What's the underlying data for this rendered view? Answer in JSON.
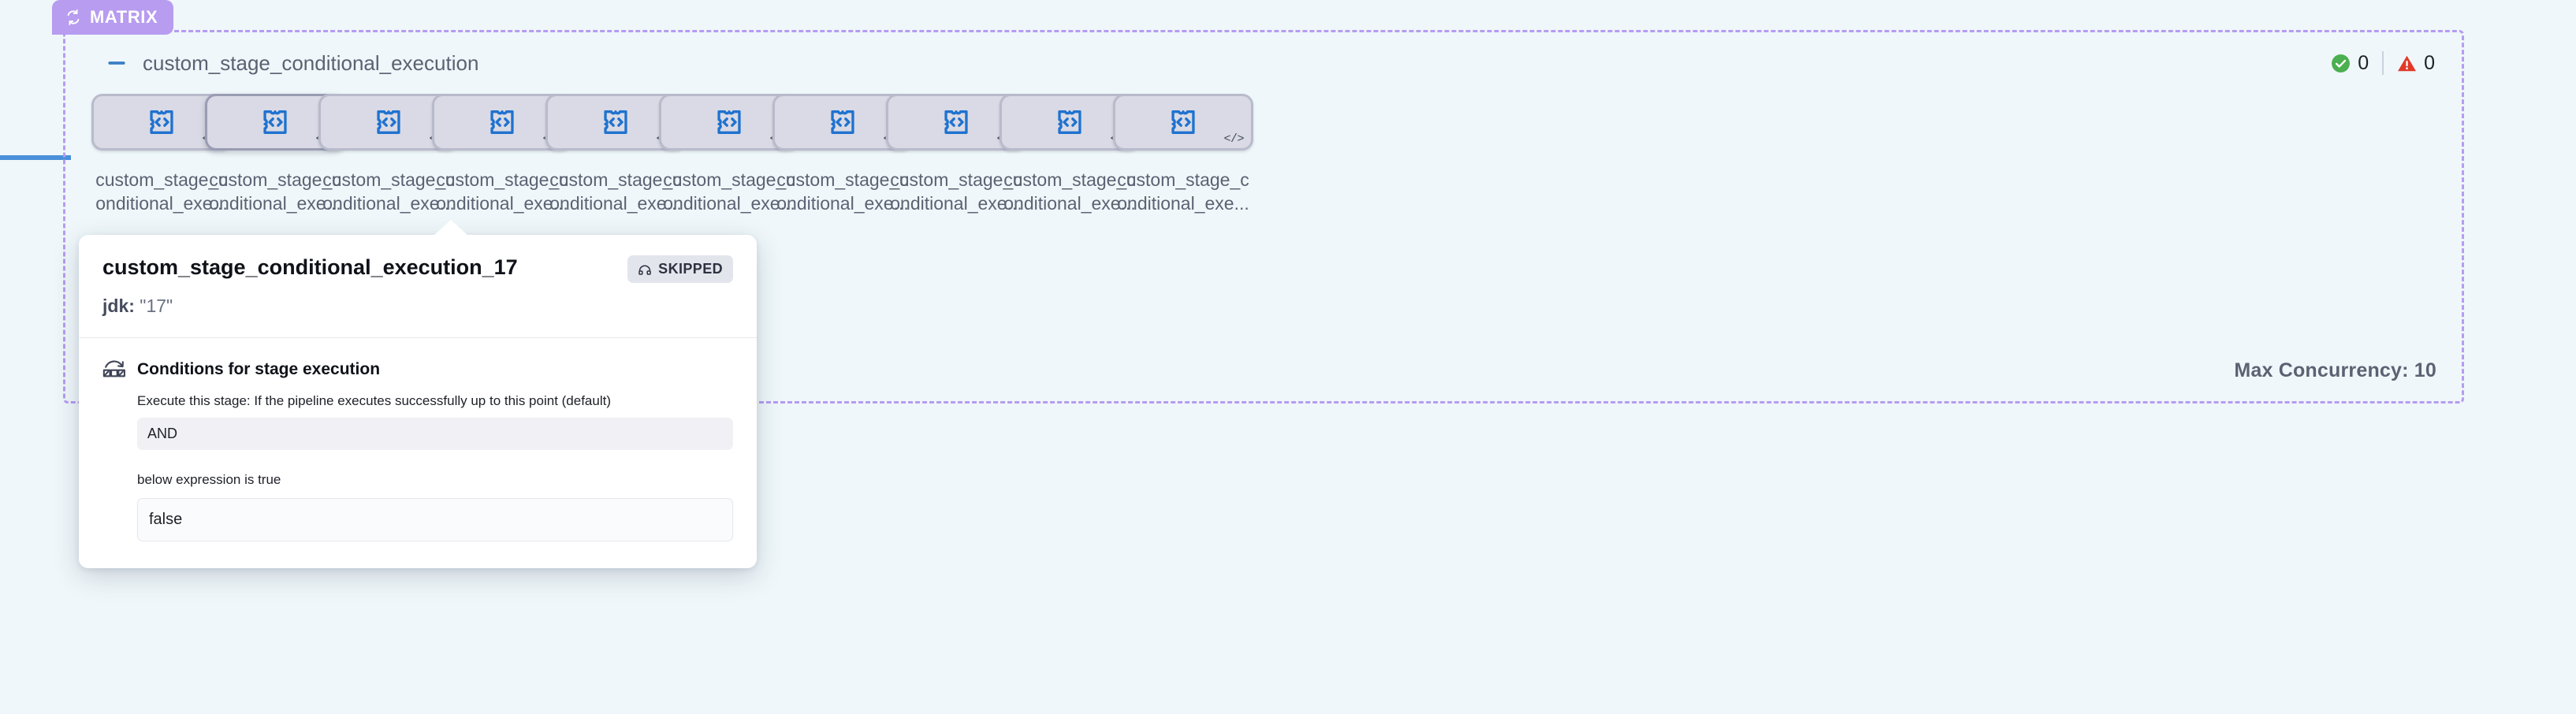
{
  "canvas": {
    "background_color": "#eff7fa",
    "accent_purple": "#b79cf0",
    "edge_blue": "#4a90d9"
  },
  "matrix": {
    "badge_label": "MATRIX",
    "badge_icon": "loop-icon",
    "collapse_icon": "minus-icon",
    "title": "custom_stage_conditional_execution",
    "max_concurrency_label": "Max Concurrency: 10",
    "counters": {
      "success": {
        "icon": "check-circle-icon",
        "value": "0",
        "color": "#4caf50"
      },
      "warning": {
        "icon": "warning-triangle-icon",
        "value": "0",
        "color": "#e03a28"
      }
    },
    "nodes": [
      {
        "label": "custom_stage_conditional_exe...",
        "icon": "plugin-code-icon",
        "badge": "</>",
        "selected": false
      },
      {
        "label": "custom_stage_conditional_exe...",
        "icon": "plugin-code-icon",
        "badge": "</>",
        "selected": true
      },
      {
        "label": "custom_stage_conditional_exe...",
        "icon": "plugin-code-icon",
        "badge": "</>",
        "selected": false
      },
      {
        "label": "custom_stage_conditional_exe...",
        "icon": "plugin-code-icon",
        "badge": "</>",
        "selected": false
      },
      {
        "label": "custom_stage_conditional_exe...",
        "icon": "plugin-code-icon",
        "badge": "</>",
        "selected": false
      },
      {
        "label": "custom_stage_conditional_exe...",
        "icon": "plugin-code-icon",
        "badge": "</>",
        "selected": false
      },
      {
        "label": "custom_stage_conditional_exe...",
        "icon": "plugin-code-icon",
        "badge": "</>",
        "selected": false
      },
      {
        "label": "custom_stage_conditional_exe...",
        "icon": "plugin-code-icon",
        "badge": "</>",
        "selected": false
      },
      {
        "label": "custom_stage_conditional_exe...",
        "icon": "plugin-code-icon",
        "badge": "</>",
        "selected": false
      },
      {
        "label": "custom_stage_conditional_exe...",
        "icon": "plugin-code-icon",
        "badge": "</>",
        "selected": false
      }
    ]
  },
  "popover": {
    "title": "custom_stage_conditional_execution_17",
    "status": {
      "label": "SKIPPED",
      "icon": "skipped-icon"
    },
    "meta_key": "jdk:",
    "meta_value": "\"17\"",
    "section": {
      "icon": "conditions-icon",
      "title": "Conditions for stage execution",
      "execute_label": "Execute this stage: If the pipeline executes successfully up to this point (default)",
      "operator_value": "AND",
      "expression_label": "below expression is true",
      "expression_value": "false"
    }
  }
}
